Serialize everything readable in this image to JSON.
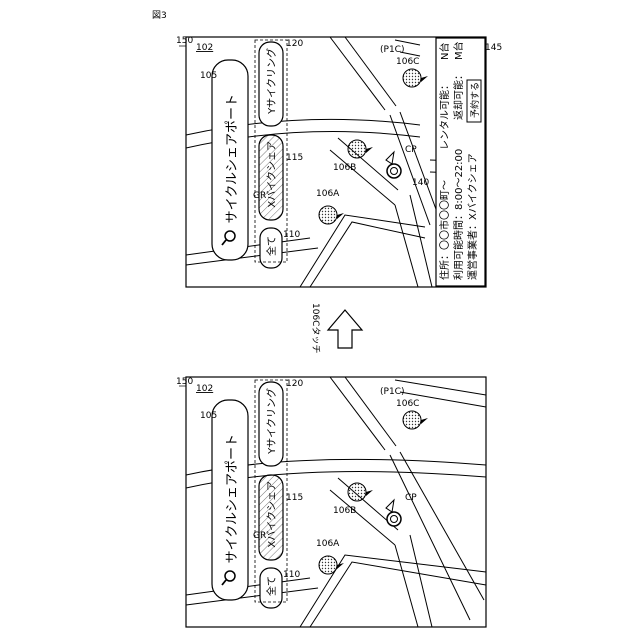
{
  "figure_label": "図3",
  "arrow_caption": "106Cタッチ",
  "ref_screen": "150",
  "ref_map": "102",
  "search": {
    "ref": "105",
    "text": "サイクルシェアポート",
    "icon": "search-icon"
  },
  "filters": {
    "all": {
      "label": "全て",
      "ref": "110"
    },
    "x": {
      "label": "Xバイクシェア",
      "ref": "115"
    },
    "y": {
      "label": "Yサイクリング",
      "ref": "120"
    },
    "group_ref": "GR"
  },
  "markers": {
    "a": "106A",
    "b": "106B",
    "c": "106C",
    "c_sub": "(P1C)"
  },
  "current_position": "CP",
  "panel": {
    "ref": "140",
    "button_ref": "145",
    "address": "住所：〇〇市〇〇町～",
    "hours": "利用可能時間：8:00～22:00",
    "operator": "運営事業者：Xバイクシェア",
    "rental": "レンタル可能：",
    "rental_value": "N台",
    "return": "返却可能：",
    "return_value": "M台",
    "reserve_button": "予約する"
  }
}
